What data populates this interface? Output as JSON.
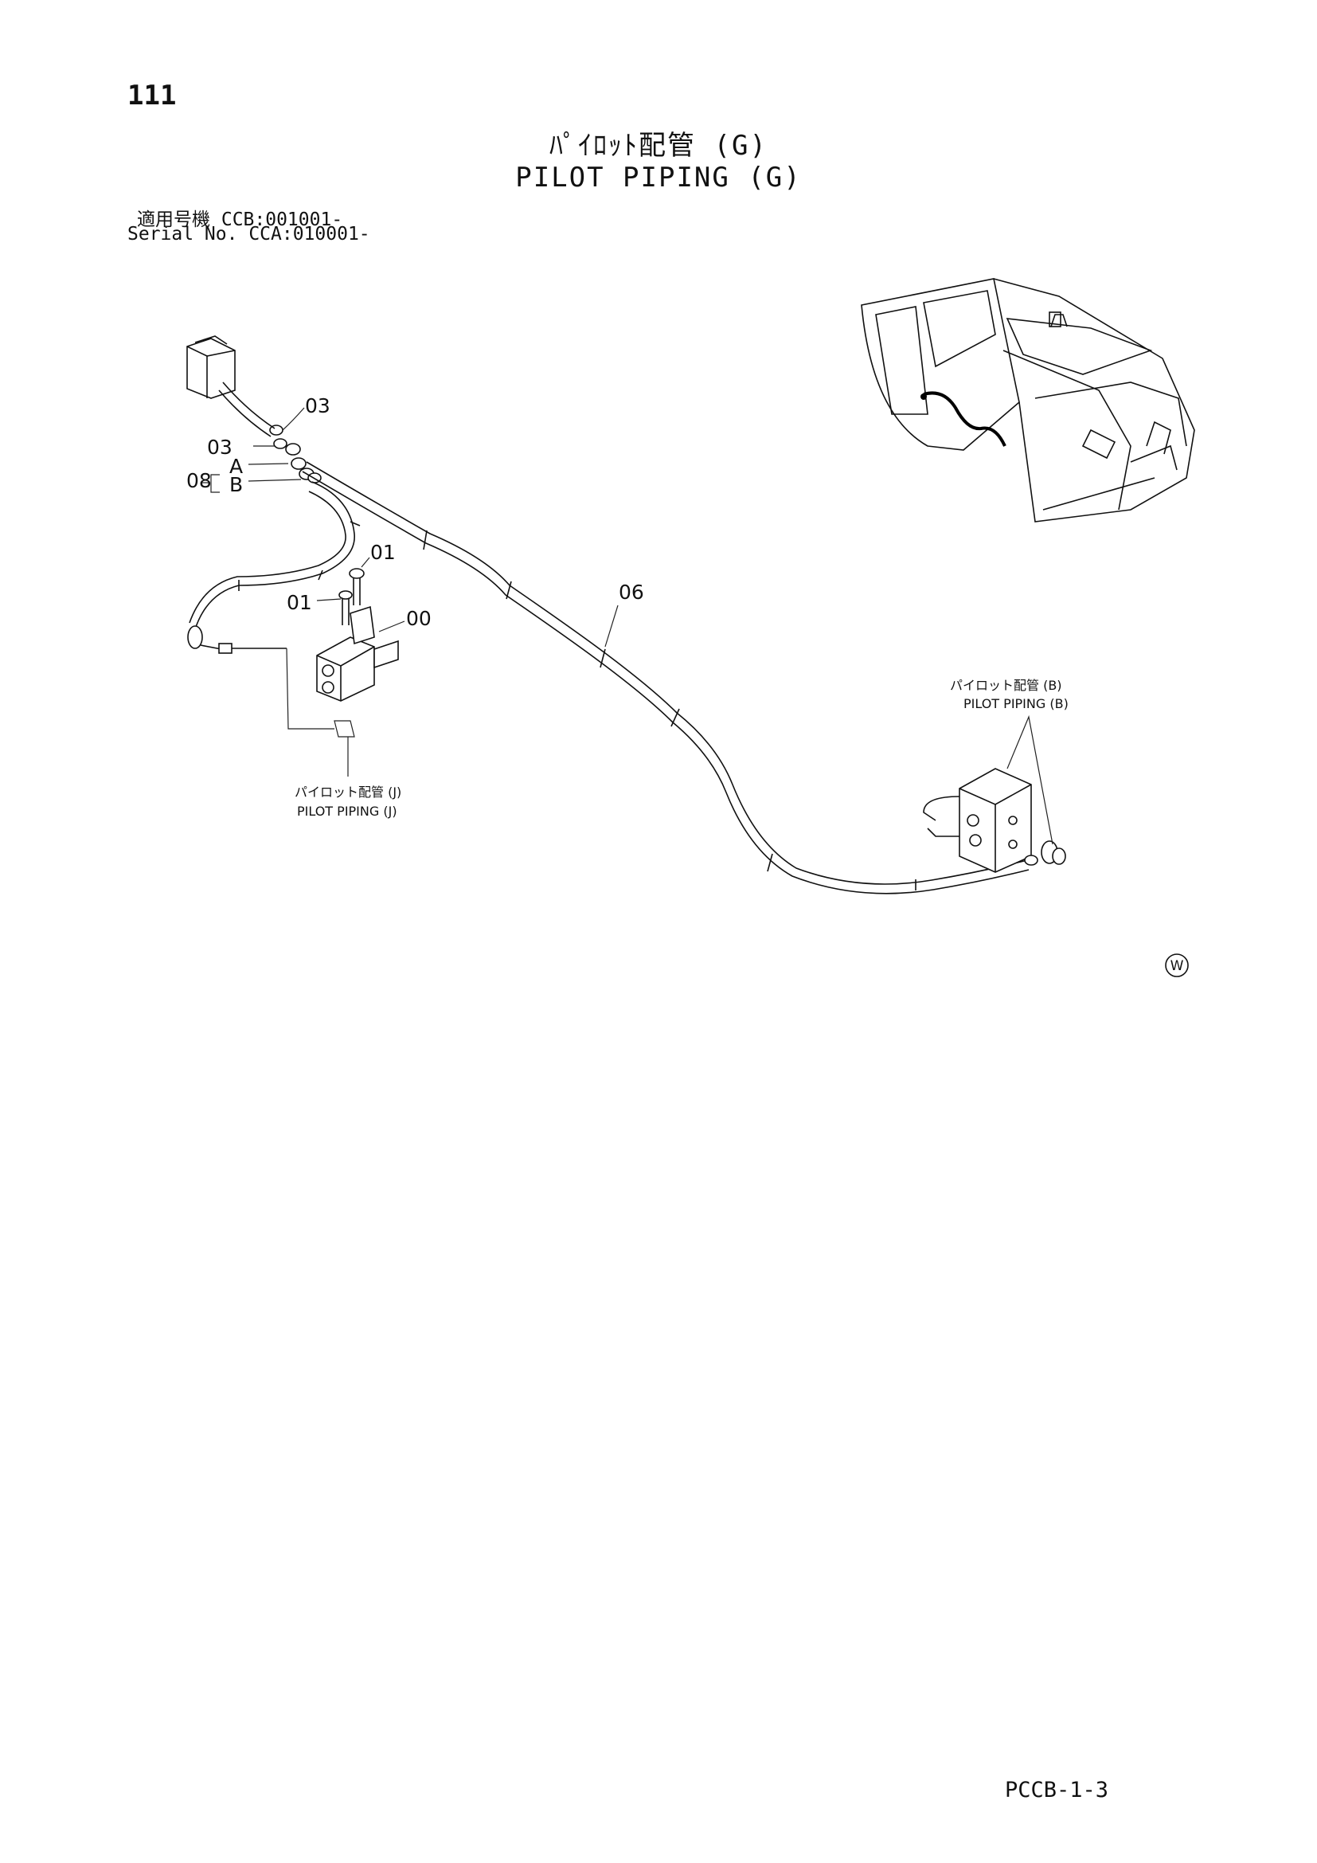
{
  "page": {
    "number": "111",
    "title_jp": "ﾊﾟｲﾛｯﾄ配管 (G)",
    "title_en": "PILOT PIPING (G)",
    "serial_jp": "適用号機 CCB:001001-",
    "serial_en": "Serial No. CCA:010001-",
    "code": "PCCB-1-3"
  },
  "callouts": {
    "c03_top": "03",
    "c03_left": "03",
    "c08": "08",
    "cA": "A",
    "cB": "B",
    "c01_top": "01",
    "c01_left": "01",
    "c00": "00",
    "c06": "06"
  },
  "notes": {
    "j_jp": "パイロット配管 (J)",
    "j_en": "PILOT PIPING (J)",
    "b_jp": "パイロット配管 (B)",
    "b_en": "PILOT PIPING (B)"
  },
  "symbol": {
    "mark": "W"
  }
}
